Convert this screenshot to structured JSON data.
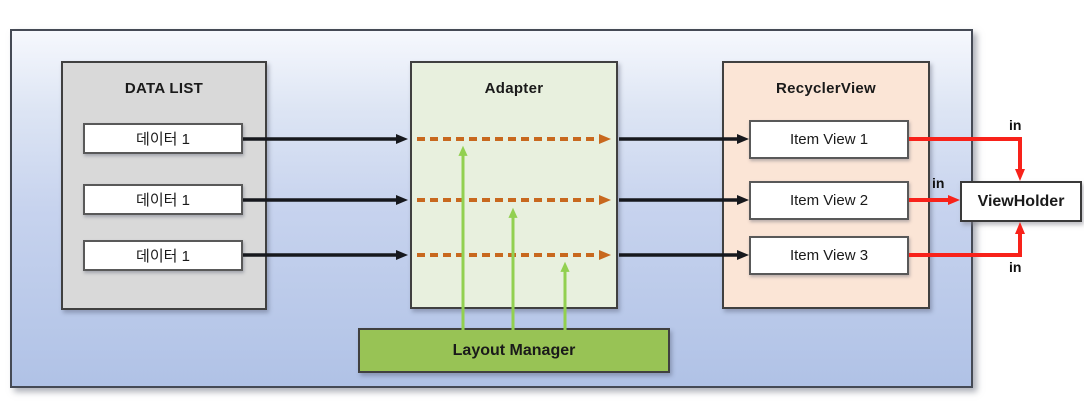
{
  "diagram": {
    "data_list": {
      "title": "DATA LIST",
      "items": [
        {
          "label": "데이터 1"
        },
        {
          "label": "데이터 1"
        },
        {
          "label": "데이터 1"
        }
      ]
    },
    "adapter": {
      "title": "Adapter"
    },
    "recycler_view": {
      "title": "RecyclerView",
      "items": [
        {
          "label": "Item View 1"
        },
        {
          "label": "Item View 2"
        },
        {
          "label": "Item View 3"
        }
      ]
    },
    "layout_manager": {
      "title": "Layout Manager"
    },
    "view_holder": {
      "title": "ViewHolder"
    },
    "annotations": {
      "in_top": "in",
      "in_middle": "in",
      "in_bottom": "in"
    },
    "colors": {
      "container_gradient_top": "#f6f8fd",
      "container_gradient_bottom": "#b0c2e6",
      "data_list_bg": "#d9d9d9",
      "adapter_bg": "#e8f0de",
      "recycler_view_bg": "#fbe5d6",
      "layout_manager_bg": "#98c355",
      "black_arrow": "#16181d",
      "orange_dashed_arrow": "#c8681e",
      "green_arrow": "#92d050",
      "red_arrow": "#f8221a"
    }
  }
}
